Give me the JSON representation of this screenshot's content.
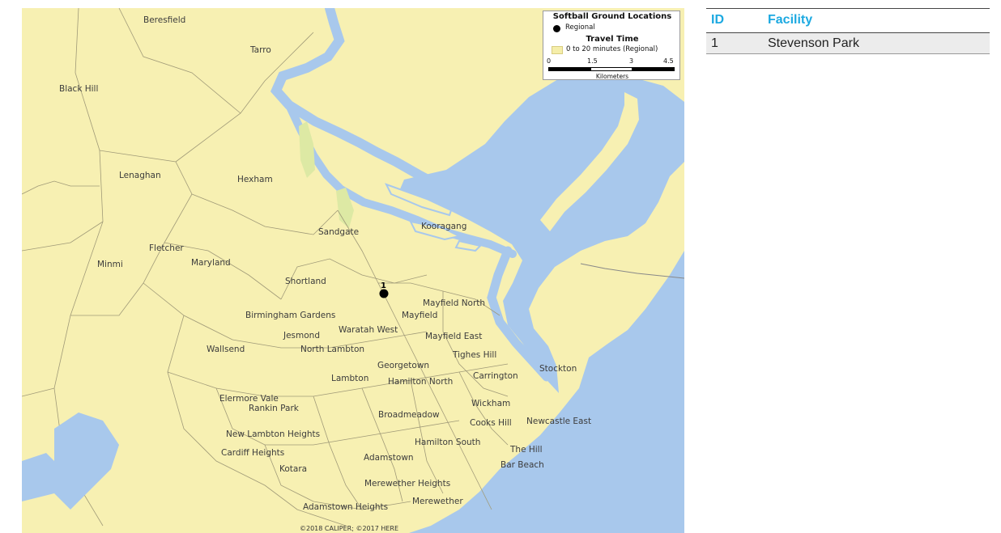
{
  "map": {
    "colors": {
      "land": "#f7f0b2",
      "water": "#a8c8ec",
      "boundary": "#a09a78",
      "highlight": "#dde9a4",
      "marker": "#000000"
    },
    "legend": {
      "title": "Softball Ground Locations",
      "regional_label": "Regional",
      "travel_time_title": "Travel Time",
      "range_label": "0 to 20 minutes (Regional)",
      "scale_ticks": [
        "0",
        "1.5",
        "3",
        "4.5"
      ],
      "scale_units": "Kilometers"
    },
    "marker_label": "1",
    "credit": "©2018 CALIPER; ©2017 HERE",
    "place_labels": [
      "Beresfield",
      "Tarro",
      "Black Hill",
      "Lenaghan",
      "Hexham",
      "Sandgate",
      "Kooragang",
      "Fletcher",
      "Maryland",
      "Minmi",
      "Shortland",
      "Mayfield North",
      "Birmingham Gardens",
      "Mayfield",
      "Jesmond",
      "Waratah West",
      "Mayfield East",
      "Wallsend",
      "North Lambton",
      "Tighes Hill",
      "Georgetown",
      "Carrington",
      "Stockton",
      "Lambton",
      "Hamilton North",
      "Elermore Vale",
      "Rankin Park",
      "Wickham",
      "Broadmeadow",
      "Cooks Hill",
      "Newcastle East",
      "New Lambton Heights",
      "Hamilton South",
      "Cardiff Heights",
      "The Hill",
      "Adamstown",
      "Bar Beach",
      "Kotara",
      "Merewether Heights",
      "Merewether",
      "Adamstown Heights"
    ]
  },
  "table": {
    "headers": {
      "id": "ID",
      "facility": "Facility"
    },
    "rows": [
      {
        "id": "1",
        "facility": "Stevenson Park"
      }
    ]
  }
}
